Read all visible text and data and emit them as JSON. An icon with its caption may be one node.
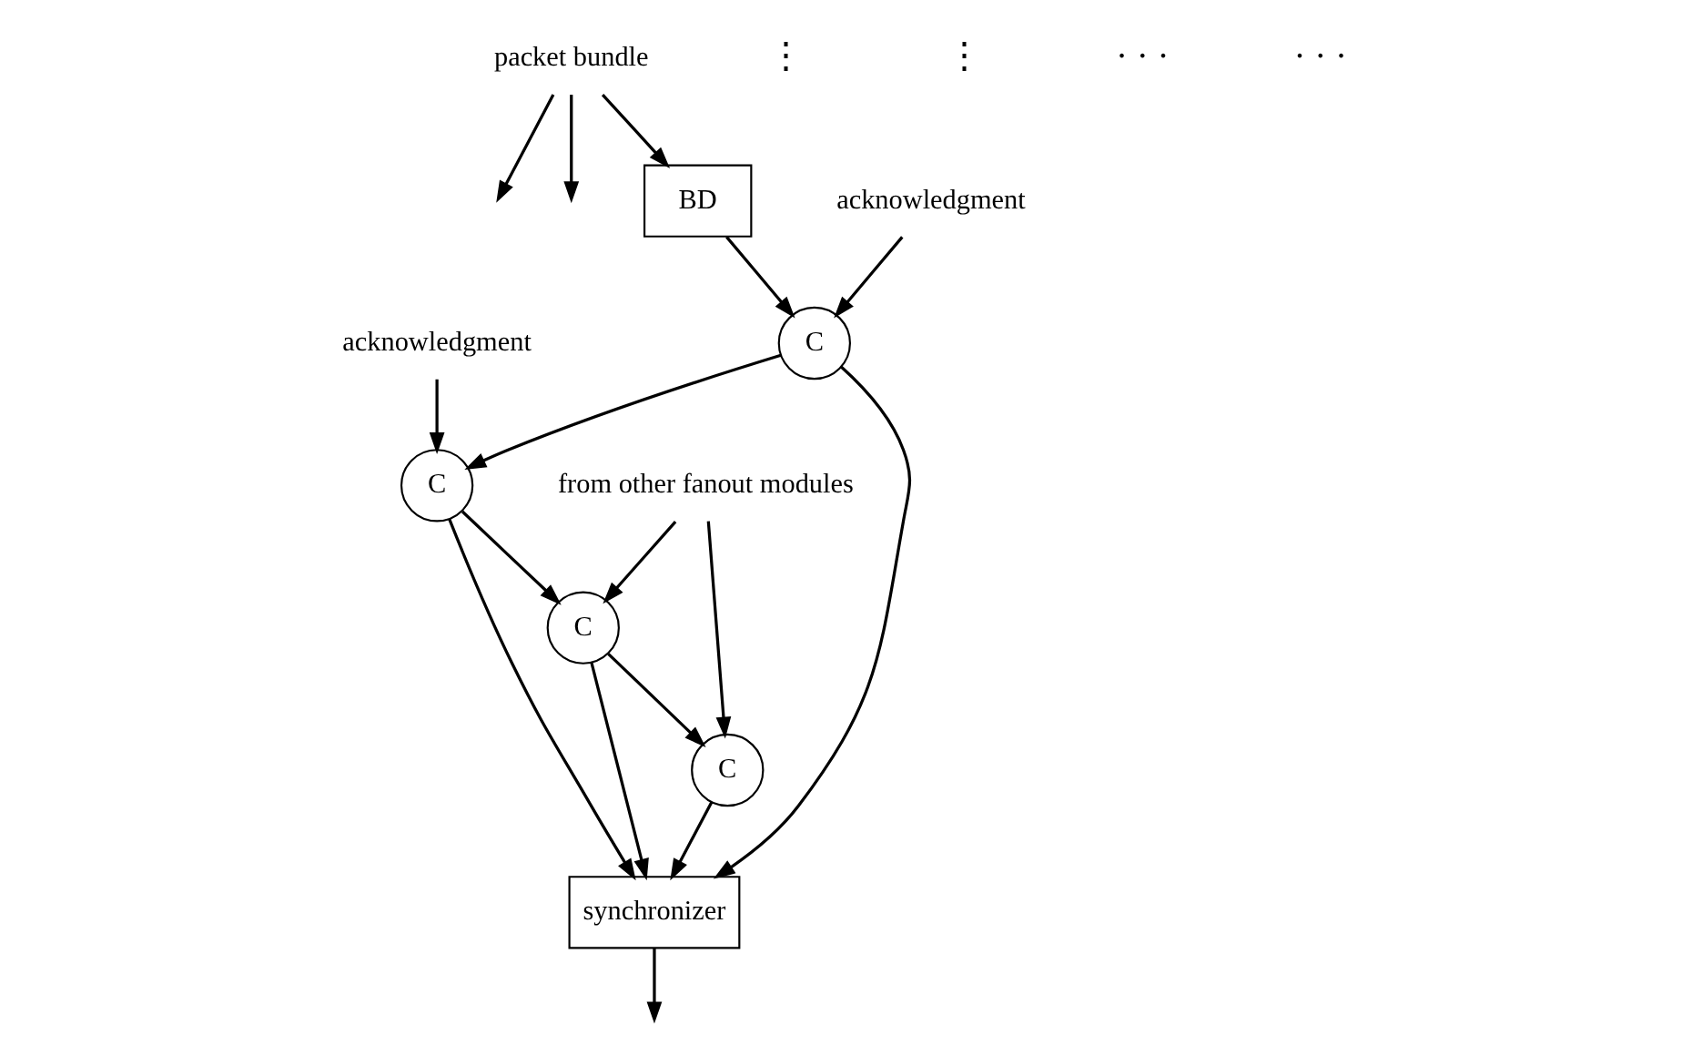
{
  "diagram": {
    "nodes": [
      {
        "text": [
          "packet bundle"
        ]
      },
      {
        "text": [
          "BD"
        ]
      },
      {
        "text": [
          "C"
        ]
      },
      {
        "text": [
          "C"
        ]
      },
      {
        "text": [
          "synchronizer"
        ]
      },
      {
        "text": [
          "C"
        ]
      },
      {
        "text": [
          "C"
        ]
      },
      {
        "text": [
          "acknowledgment"
        ]
      },
      {
        "text": [
          "acknowledgment"
        ]
      },
      {
        "text": [
          "from other fanout modules"
        ]
      }
    ],
    "edges": [
      {
        "from": 0,
        "to": 1,
        "arrow": "to"
      },
      {
        "from": 0,
        "to": null,
        "arrow": "to"
      },
      {
        "from": 0,
        "to": null,
        "arrow": "to"
      },
      {
        "from": 1,
        "to": 2,
        "arrow": "to"
      },
      {
        "from": 7,
        "to": 2,
        "arrow": "to"
      },
      {
        "from": 2,
        "to": 3,
        "arrow": "to"
      },
      {
        "from": 8,
        "to": 3,
        "arrow": "to"
      },
      {
        "from": 2,
        "to": 4,
        "arrow": "to"
      },
      {
        "from": 3,
        "to": 4,
        "arrow": "to"
      },
      {
        "from": 3,
        "to": 6,
        "arrow": "to"
      },
      {
        "from": 6,
        "to": 5,
        "arrow": "to"
      },
      {
        "from": 5,
        "to": 4,
        "arrow": "to"
      },
      {
        "from": 6,
        "to": 4,
        "arrow": "to"
      },
      {
        "from": 9,
        "to": 5,
        "arrow": "to"
      },
      {
        "from": 9,
        "to": 6,
        "arrow": "to"
      },
      {
        "from": 4,
        "to": null,
        "arrow": "to"
      }
    ],
    "labels": [
      "⋮",
      "⋮",
      "· · ·",
      "· · ·"
    ]
  }
}
